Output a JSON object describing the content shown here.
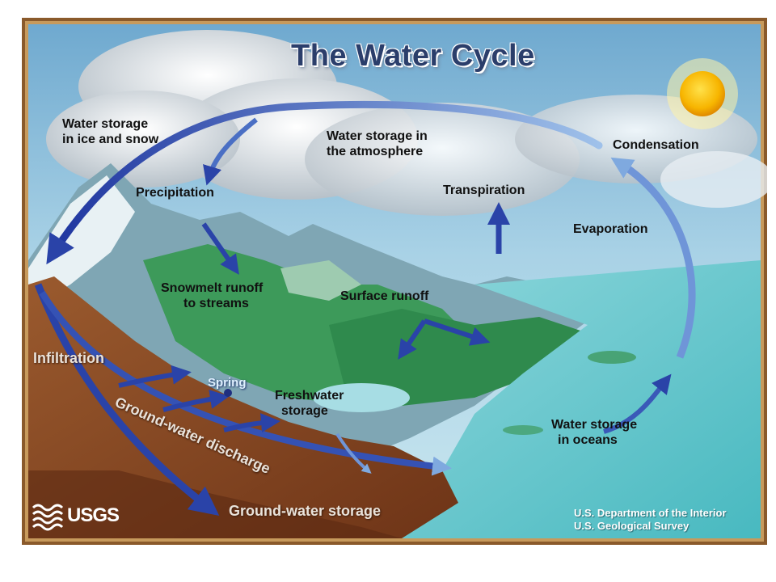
{
  "diagram": {
    "title": "The Water Cycle",
    "labels": {
      "ice_snow": [
        "Water storage",
        "in ice and snow"
      ],
      "atmosphere": [
        "Water storage in",
        "the atmosphere"
      ],
      "condensation": "Condensation",
      "precipitation": "Precipitation",
      "transpiration": "Transpiration",
      "evaporation": "Evaporation",
      "snowmelt": [
        "Snowmelt runoff",
        "to streams"
      ],
      "surface_runoff": "Surface runoff",
      "infiltration": "Infiltration",
      "spring": "Spring",
      "freshwater": [
        "Freshwater",
        "storage"
      ],
      "groundwater_discharge": "Ground-water discharge",
      "oceans": [
        "Water storage",
        "in oceans"
      ],
      "groundwater_storage": "Ground-water storage"
    },
    "footer": {
      "logo": "USGS",
      "credit": [
        "U.S. Department of the Interior",
        "U.S. Geological Survey"
      ]
    }
  },
  "colors": {
    "frame": "#8a5a2b",
    "sky": "#7fb6d6",
    "ocean": "#5fc3c6",
    "rock": "#8b4a24",
    "arrow": "#2a43a8",
    "sun": "#f6b300"
  },
  "icons": [
    "sun-icon",
    "usgs-logo-icon"
  ]
}
